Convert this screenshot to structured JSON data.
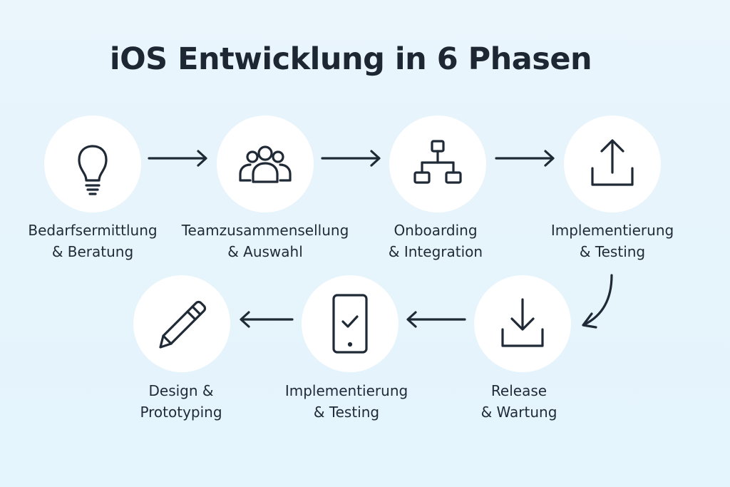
{
  "title": "iOS Entwicklung in 6 Phasen",
  "steps": [
    {
      "line1": "Bedarfsermittlung",
      "line2": "& Beratung",
      "icon": "lightbulb-icon"
    },
    {
      "line1": "Teamzusammensellung",
      "line2": "& Auswahl",
      "icon": "team-icon"
    },
    {
      "line1": "Onboarding",
      "line2": "& Integration",
      "icon": "hierarchy-icon"
    },
    {
      "line1": "Implementierung",
      "line2": "& Testing",
      "icon": "upload-icon"
    },
    {
      "line1": "Release",
      "line2": "& Wartung",
      "icon": "download-icon"
    },
    {
      "line1": "Implementierung",
      "line2": "& Testing",
      "icon": "phone-check-icon"
    },
    {
      "line1": "Design &",
      "line2": "Prototyping",
      "icon": "pencil-icon"
    }
  ]
}
